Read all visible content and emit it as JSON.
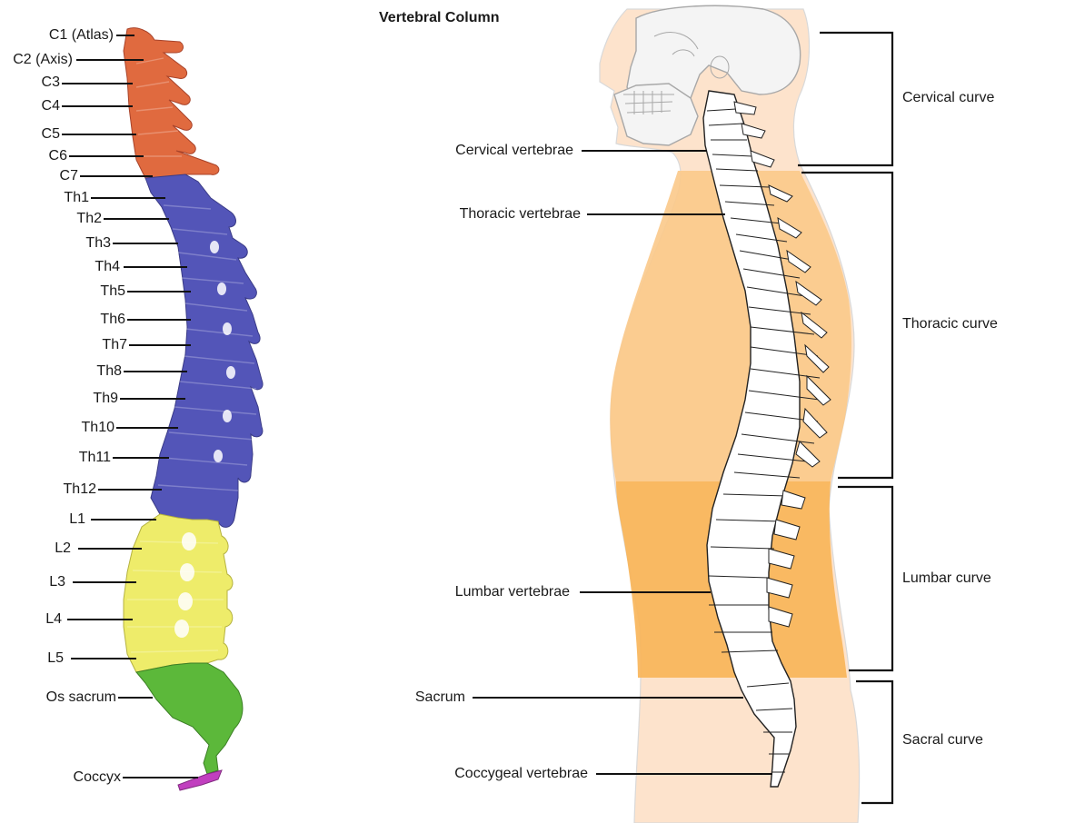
{
  "title": "Vertebral Column",
  "left_labels": [
    "C1 (Atlas)",
    "C2 (Axis)",
    "C3",
    "C4",
    "C5",
    "C6",
    "C7",
    "Th1",
    "Th2",
    "Th3",
    "Th4",
    "Th5",
    "Th6",
    "Th7",
    "Th8",
    "Th9",
    "Th10",
    "Th11",
    "Th12",
    "L1",
    "L2",
    "L3",
    "L4",
    "L5",
    "Os sacrum",
    "Coccyx"
  ],
  "vertebrae_labels": {
    "cervical": "Cervical vertebrae",
    "thoracic": "Thoracic vertebrae",
    "lumbar": "Lumbar vertebrae",
    "sacrum": "Sacrum",
    "coccygeal": "Coccygeal vertebrae"
  },
  "curve_labels": {
    "cervical": "Cervical curve",
    "thoracic": "Thoracic curve",
    "lumbar": "Lumbar curve",
    "sacral": "Sacral curve"
  },
  "colors": {
    "cervical": "#e06a3f",
    "thoracic": "#5355b8",
    "lumbar": "#eeec6a",
    "sacrum": "#5cb83a",
    "coccyx": "#c13fbf",
    "thoracic_band": "#fbc98a",
    "lumbar_band": "#f8b457",
    "body_skin": "#fde3cc"
  }
}
